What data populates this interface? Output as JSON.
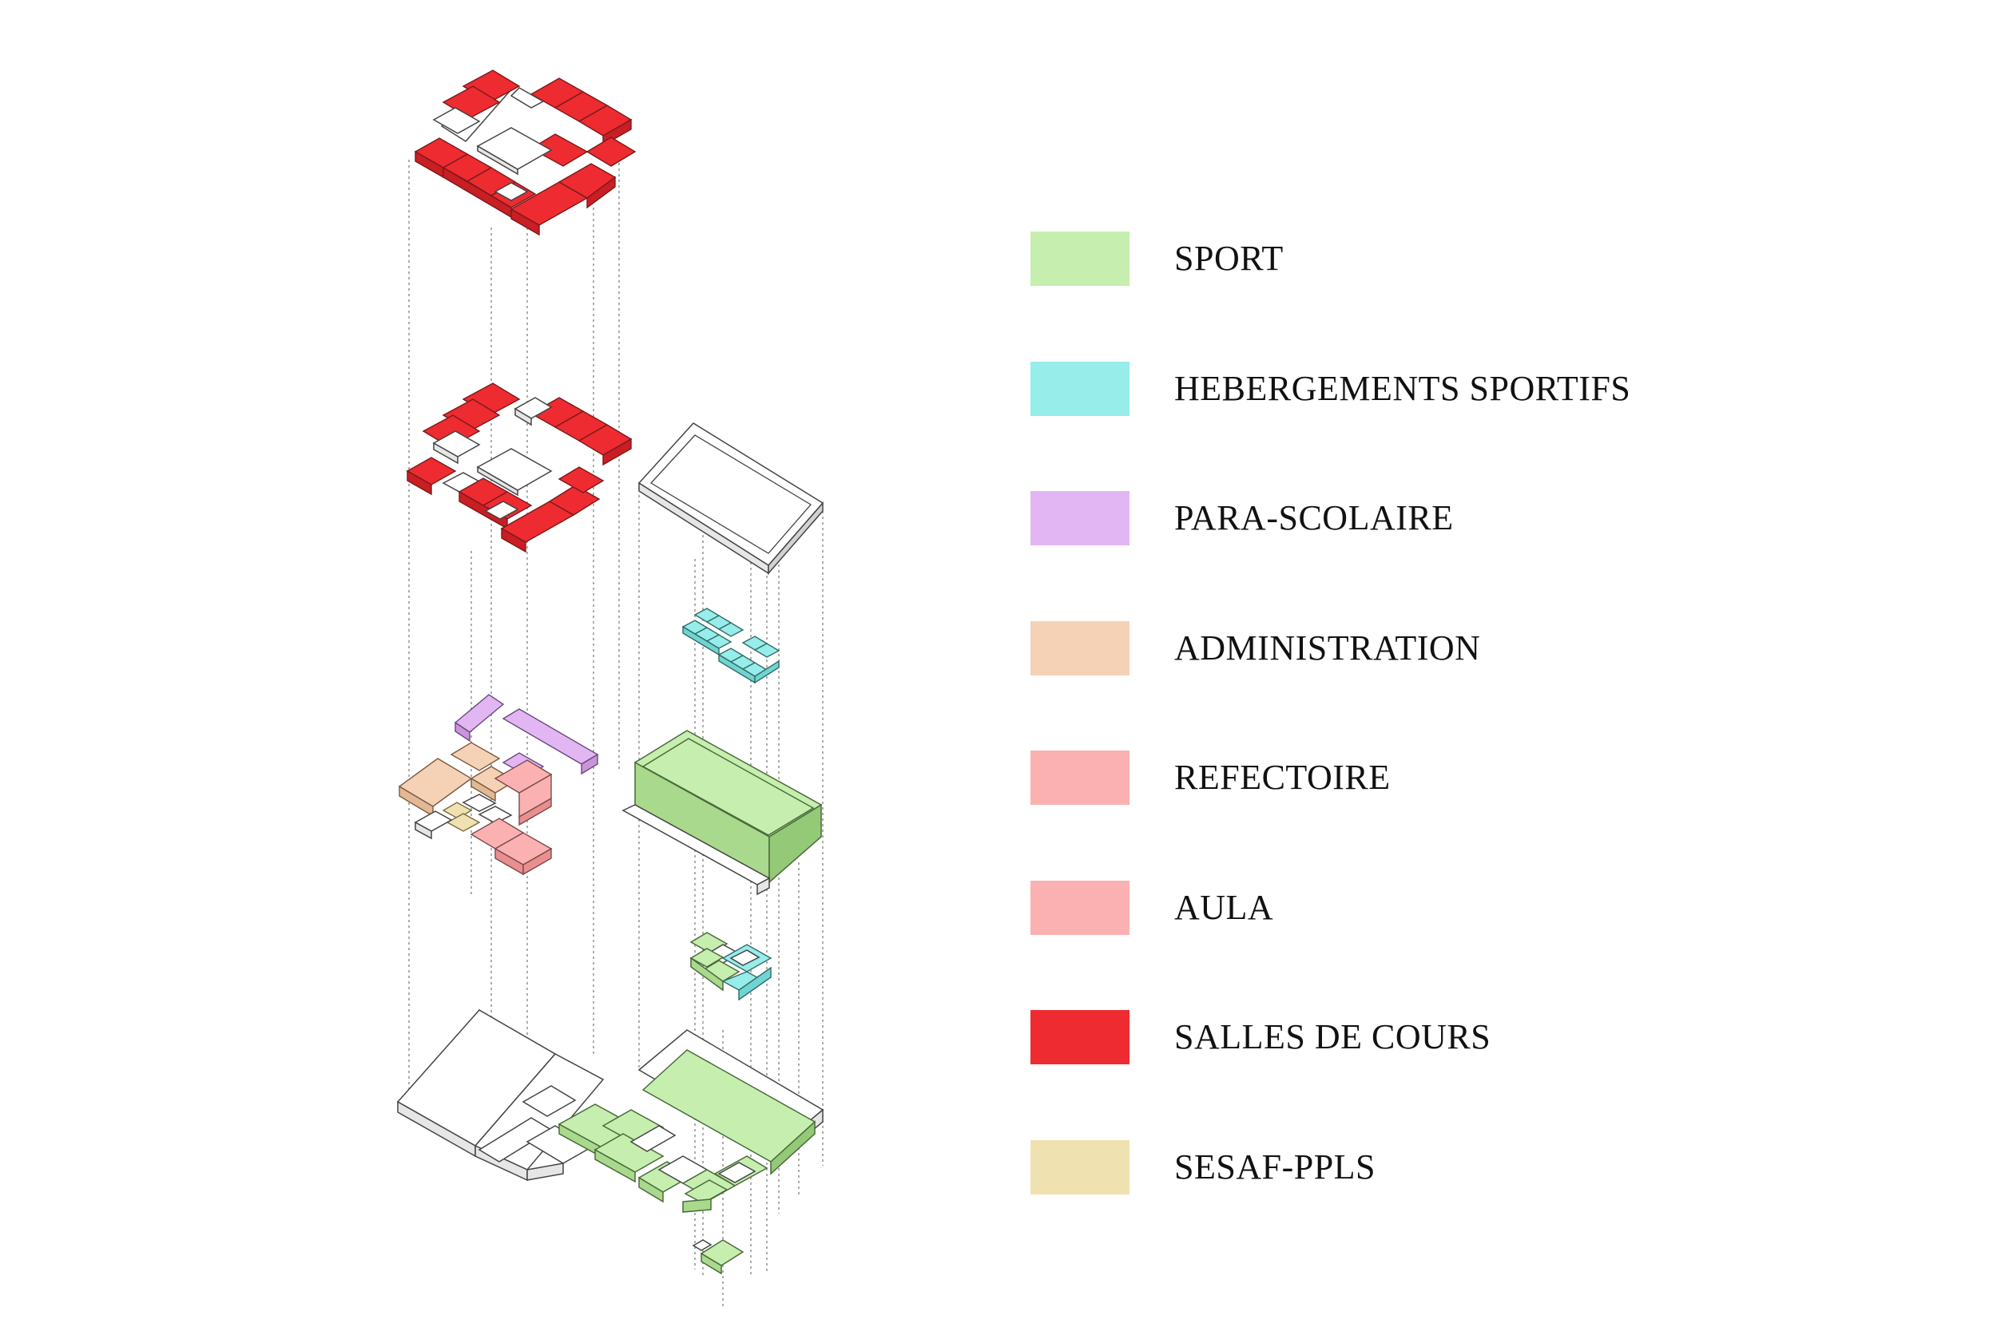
{
  "legend": {
    "items": [
      {
        "label": "SPORT",
        "color": "#c6eeae"
      },
      {
        "label": "HEBERGEMENTS SPORTIFS",
        "color": "#96ede9"
      },
      {
        "label": "PARA-SCOLAIRE",
        "color": "#e2b6f3"
      },
      {
        "label": "ADMINISTRATION",
        "color": "#f5d2b6"
      },
      {
        "label": "REFECTOIRE",
        "color": "#fbb1b1"
      },
      {
        "label": "AULA",
        "color": "#fbb1b1"
      },
      {
        "label": "SALLES DE COURS",
        "color": "#ed2b31"
      },
      {
        "label": "SESAF-PPLS",
        "color": "#efe2b0"
      }
    ]
  },
  "colors": {
    "line": "#555555",
    "guide": "#8a8a8a",
    "white_volume": "#ffffff",
    "side_shade": "#e8e8e8"
  }
}
